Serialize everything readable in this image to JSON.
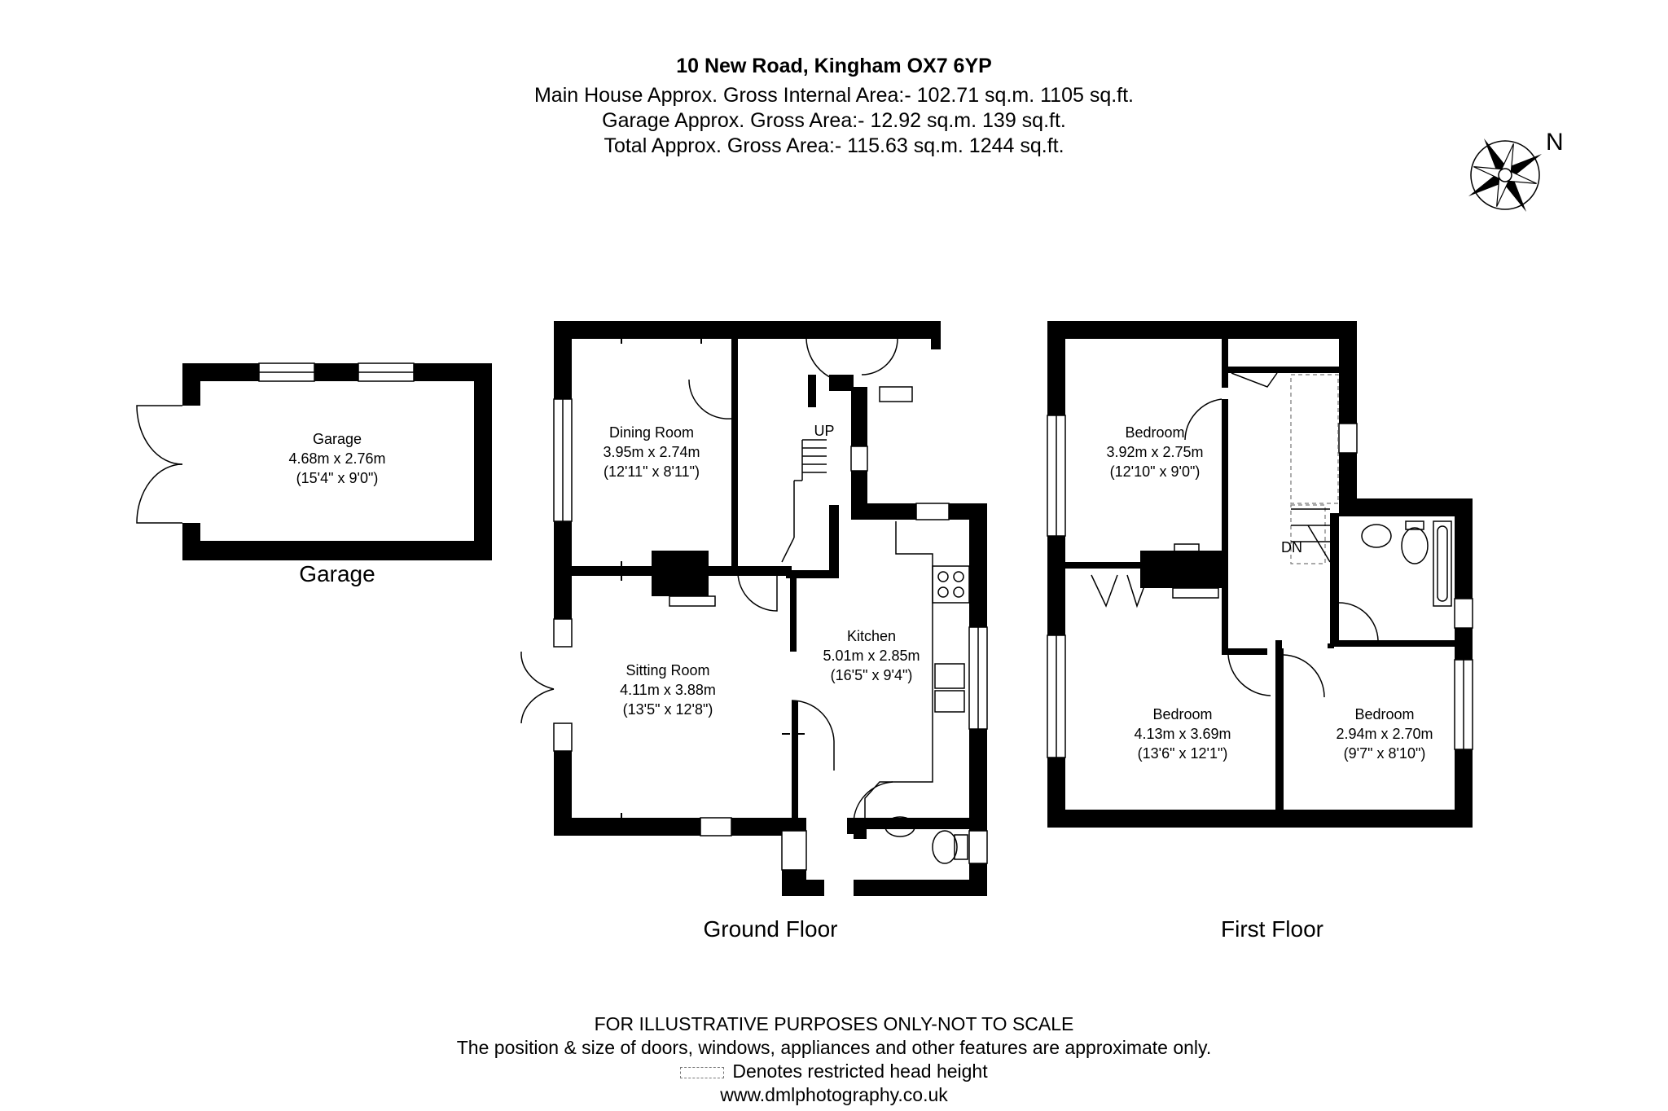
{
  "header": {
    "title": "10 New Road, Kingham OX7 6YP",
    "line1": "Main House Approx. Gross Internal Area:- 102.71 sq.m. 1105 sq.ft.",
    "line2": "Garage Approx. Gross Area:- 12.92 sq.m. 139 sq.ft.",
    "line3": "Total Approx. Gross Area:- 115.63 sq.m. 1244 sq.ft."
  },
  "compass": {
    "label": "N"
  },
  "garage": {
    "name": "Garage",
    "dims_m": "4.68m x 2.76m",
    "dims_ft": "(15'4\" x 9'0\")",
    "caption": "Garage"
  },
  "ground_floor": {
    "caption": "Ground Floor",
    "stairs_label": "UP",
    "dining": {
      "name": "Dining Room",
      "dims_m": "3.95m x 2.74m",
      "dims_ft": "(12'11\" x 8'11\")"
    },
    "sitting": {
      "name": "Sitting Room",
      "dims_m": "4.11m x 3.88m",
      "dims_ft": "(13'5\" x 12'8\")"
    },
    "kitchen": {
      "name": "Kitchen",
      "dims_m": "5.01m x 2.85m",
      "dims_ft": "(16'5\" x 9'4\")"
    }
  },
  "first_floor": {
    "caption": "First Floor",
    "stairs_label": "DN",
    "bedroom1": {
      "name": "Bedroom",
      "dims_m": "3.92m x 2.75m",
      "dims_ft": "(12'10\" x 9'0\")"
    },
    "bedroom2": {
      "name": "Bedroom",
      "dims_m": "4.13m x 3.69m",
      "dims_ft": "(13'6\" x 12'1\")"
    },
    "bedroom3": {
      "name": "Bedroom",
      "dims_m": "2.94m x 2.70m",
      "dims_ft": "(9'7\" x 8'10\")"
    }
  },
  "footer": {
    "line1": "FOR ILLUSTRATIVE PURPOSES ONLY-NOT TO SCALE",
    "line2": "The position & size of doors, windows, appliances and other features are approximate only.",
    "line3": "Denotes restricted head height",
    "line4": "www.dmlphotography.co.uk"
  }
}
